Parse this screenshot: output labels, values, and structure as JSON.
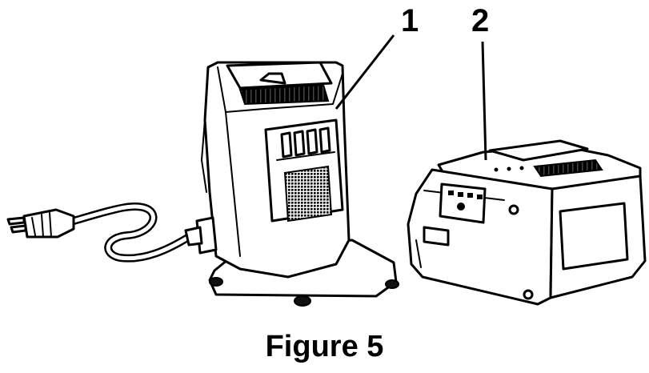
{
  "callouts": {
    "charger": "1",
    "battery": "2"
  },
  "caption": "Figure 5"
}
